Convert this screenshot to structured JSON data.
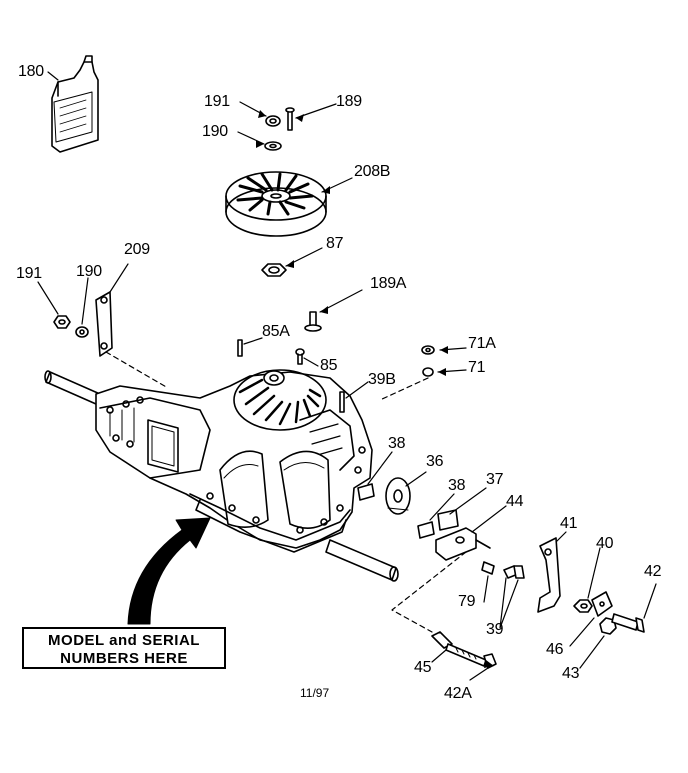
{
  "diagram": {
    "part_labels": {
      "p180": "180",
      "p191_top": "191",
      "p189": "189",
      "p190_top": "190",
      "p208b": "208B",
      "p87": "87",
      "p191_left": "191",
      "p190_left": "190",
      "p209": "209",
      "p189a": "189A",
      "p85a": "85A",
      "p85": "85",
      "p71a": "71A",
      "p71": "71",
      "p39b": "39B",
      "p38_a": "38",
      "p36": "36",
      "p38_b": "38",
      "p37": "37",
      "p44": "44",
      "p41": "41",
      "p40": "40",
      "p42": "42",
      "p79": "79",
      "p39": "39",
      "p46": "46",
      "p43": "43",
      "p45": "45",
      "p42a": "42A"
    },
    "notice_line1": "MODEL and SERIAL",
    "notice_line2": "NUMBERS HERE",
    "date_code": "11/97"
  }
}
